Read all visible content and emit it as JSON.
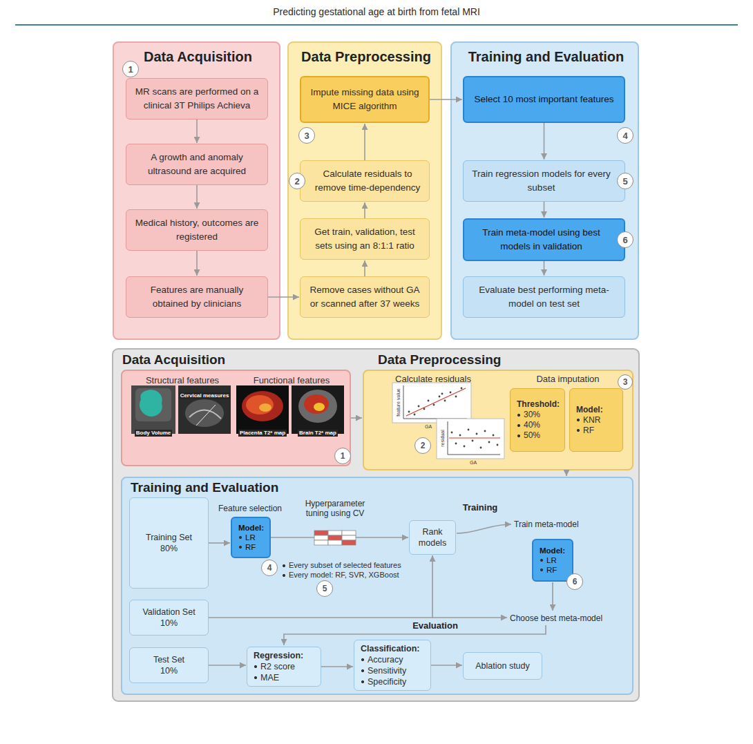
{
  "diagram": {
    "title": "Predicting gestational age at birth from fetal MRI",
    "nodes": [
      {
        "text": [
          "Data Acquisition"
        ]
      },
      {
        "text": [
          "1"
        ],
        "in": 0
      },
      {
        "text": [
          "MR scans are performed on a clinical 3T Philips Achieva"
        ],
        "in": 0
      },
      {
        "text": [
          "A growth and anomaly ultrasound are acquired"
        ],
        "in": 0
      },
      {
        "text": [
          "Medical history, outcomes are registered"
        ],
        "in": 0
      },
      {
        "text": [
          "Features are manually obtained by clinicians"
        ],
        "in": 0
      },
      {
        "text": [
          "Data Preprocessing"
        ]
      },
      {
        "text": [
          "Impute missing data using MICE algorithm"
        ],
        "in": 6
      },
      {
        "text": [
          "3"
        ],
        "in": 6
      },
      {
        "text": [
          "Calculate residuals to remove time-dependency"
        ],
        "in": 6
      },
      {
        "text": [
          "2"
        ],
        "in": 6
      },
      {
        "text": [
          "Get train, validation, test sets using an 8:1:1 ratio"
        ],
        "in": 6
      },
      {
        "text": [
          "Remove cases without GA or scanned after 37 weeks"
        ],
        "in": 6
      },
      {
        "text": [
          "Training and Evaluation"
        ]
      },
      {
        "text": [
          "Select 10 most important features"
        ],
        "in": 13
      },
      {
        "text": [
          "4"
        ],
        "in": 13
      },
      {
        "text": [
          "Train regression models for every subset"
        ],
        "in": 13
      },
      {
        "text": [
          "5"
        ],
        "in": 13
      },
      {
        "text": [
          "Train meta-model using best models in validation"
        ],
        "in": 13
      },
      {
        "text": [
          "6"
        ],
        "in": 13
      },
      {
        "text": [
          "Evaluate best performing meta-model on test set"
        ],
        "in": 13
      },
      {
        "text": [
          "Data Acquisition",
          "Structural features",
          "Functional features"
        ]
      },
      {
        "text": [
          "1"
        ],
        "in": 21
      },
      {
        "text": [
          "Data Preprocessing",
          "Calculate residuals",
          "Data imputation"
        ]
      },
      {
        "text": [
          "2"
        ],
        "in": 23
      },
      {
        "text": [
          "Threshold:",
          "30%",
          "40%",
          "50%"
        ],
        "in": 23
      },
      {
        "text": [
          "Model:",
          "KNR",
          "RF"
        ],
        "in": 23
      },
      {
        "text": [
          "3"
        ],
        "in": 23
      },
      {
        "text": [
          "Training and Evaluation"
        ]
      },
      {
        "text": [
          "Training Set",
          "80%"
        ],
        "in": 28
      },
      {
        "text": [
          "Model:",
          "LR",
          "RF"
        ],
        "in": 28
      },
      {
        "text": [
          "4"
        ],
        "in": 28
      },
      {
        "text": [
          "5"
        ],
        "in": 28
      },
      {
        "text": [
          "Rank models"
        ],
        "in": 28
      },
      {
        "text": [
          "Model:",
          "LR",
          "RF"
        ],
        "in": 28
      },
      {
        "text": [
          "6"
        ],
        "in": 28
      },
      {
        "text": [
          "Validation Set",
          "10%"
        ],
        "in": 28
      },
      {
        "text": [
          "Test Set",
          "10%"
        ],
        "in": 28
      },
      {
        "text": [
          "Regression:",
          "R2 score",
          "MAE"
        ],
        "in": 28
      },
      {
        "text": [
          "Classification:",
          "Accuracy",
          "Sensitivity",
          "Specificity"
        ],
        "in": 28
      },
      {
        "text": [
          "Ablation study"
        ],
        "in": 28
      }
    ],
    "edges": [
      {
        "from": 2,
        "to": 3,
        "arrow": "to"
      },
      {
        "from": 3,
        "to": 4,
        "arrow": "to"
      },
      {
        "from": 4,
        "to": 5,
        "arrow": "to"
      },
      {
        "from": 5,
        "to": 12,
        "arrow": "to"
      },
      {
        "from": 12,
        "to": 11,
        "arrow": "to"
      },
      {
        "from": 11,
        "to": 9,
        "arrow": "to"
      },
      {
        "from": 9,
        "to": 7,
        "arrow": "to"
      },
      {
        "from": 7,
        "to": 14,
        "arrow": "to"
      },
      {
        "from": 14,
        "to": 16,
        "arrow": "to"
      },
      {
        "from": 16,
        "to": 18,
        "arrow": "to"
      },
      {
        "from": 18,
        "to": 20,
        "arrow": "to"
      },
      {
        "from": 21,
        "to": 23,
        "arrow": "to"
      },
      {
        "from": 23,
        "to": 28,
        "arrow": "to"
      },
      {
        "from": 29,
        "to": 30,
        "arrow": "to"
      },
      {
        "from": 30,
        "to": 33,
        "arrow": "to"
      },
      {
        "from": 36,
        "to": 33,
        "arrow": "to"
      },
      {
        "from": 37,
        "to": 38,
        "arrow": "to"
      },
      {
        "from": 38,
        "to": 39,
        "arrow": "to"
      },
      {
        "from": 39,
        "to": 40,
        "arrow": "to"
      }
    ],
    "labels": [
      "Body Volume",
      "Cervical measures",
      "Placenta T2* map",
      "Brain T2* map",
      "feature value",
      "GA",
      "residual",
      "GA",
      "Feature selection",
      "Hyperparameter tuning using CV",
      "Every subset of selected features",
      "Every model: RF, SVR, XGBoost",
      "Training",
      "Train meta-model",
      "Evaluation",
      "Choose best meta-model"
    ]
  }
}
